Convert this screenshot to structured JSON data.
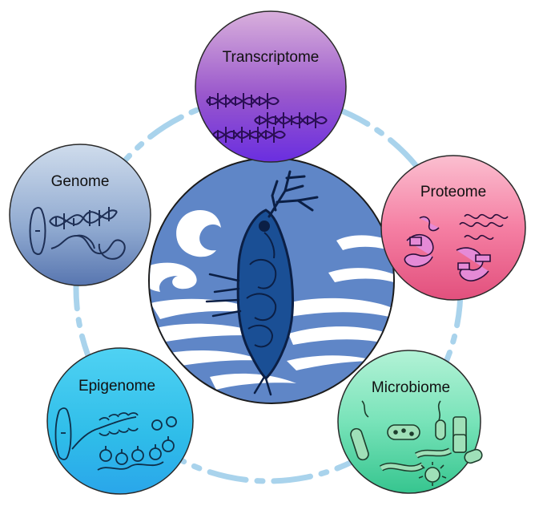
{
  "diagram": {
    "center": {
      "name": "Daphnia"
    },
    "nodes": [
      {
        "key": "transcriptome",
        "label": "Transcriptome",
        "icon": "rna-helix-icon",
        "colors": [
          "#d6a9d8",
          "#8f4fc4",
          "#6a2ee0"
        ]
      },
      {
        "key": "genome",
        "label": "Genome",
        "icon": "chromosome-dna-icon",
        "colors": [
          "#c9d7ea",
          "#8aa7cf",
          "#5a79b4"
        ]
      },
      {
        "key": "proteome",
        "label": "Proteome",
        "icon": "protein-structure-icon",
        "colors": [
          "#f9b3c6",
          "#f47a9e",
          "#e4517e"
        ]
      },
      {
        "key": "epigenome",
        "label": "Epigenome",
        "icon": "chromatin-nucleosome-icon",
        "colors": [
          "#7ad5f2",
          "#34bde9",
          "#1b9fe0"
        ]
      },
      {
        "key": "microbiome",
        "label": "Microbiome",
        "icon": "bacteria-icon",
        "colors": [
          "#a8f0d0",
          "#6fe1b4",
          "#3ac792"
        ]
      }
    ],
    "ring_color": "#a9d3ec"
  }
}
